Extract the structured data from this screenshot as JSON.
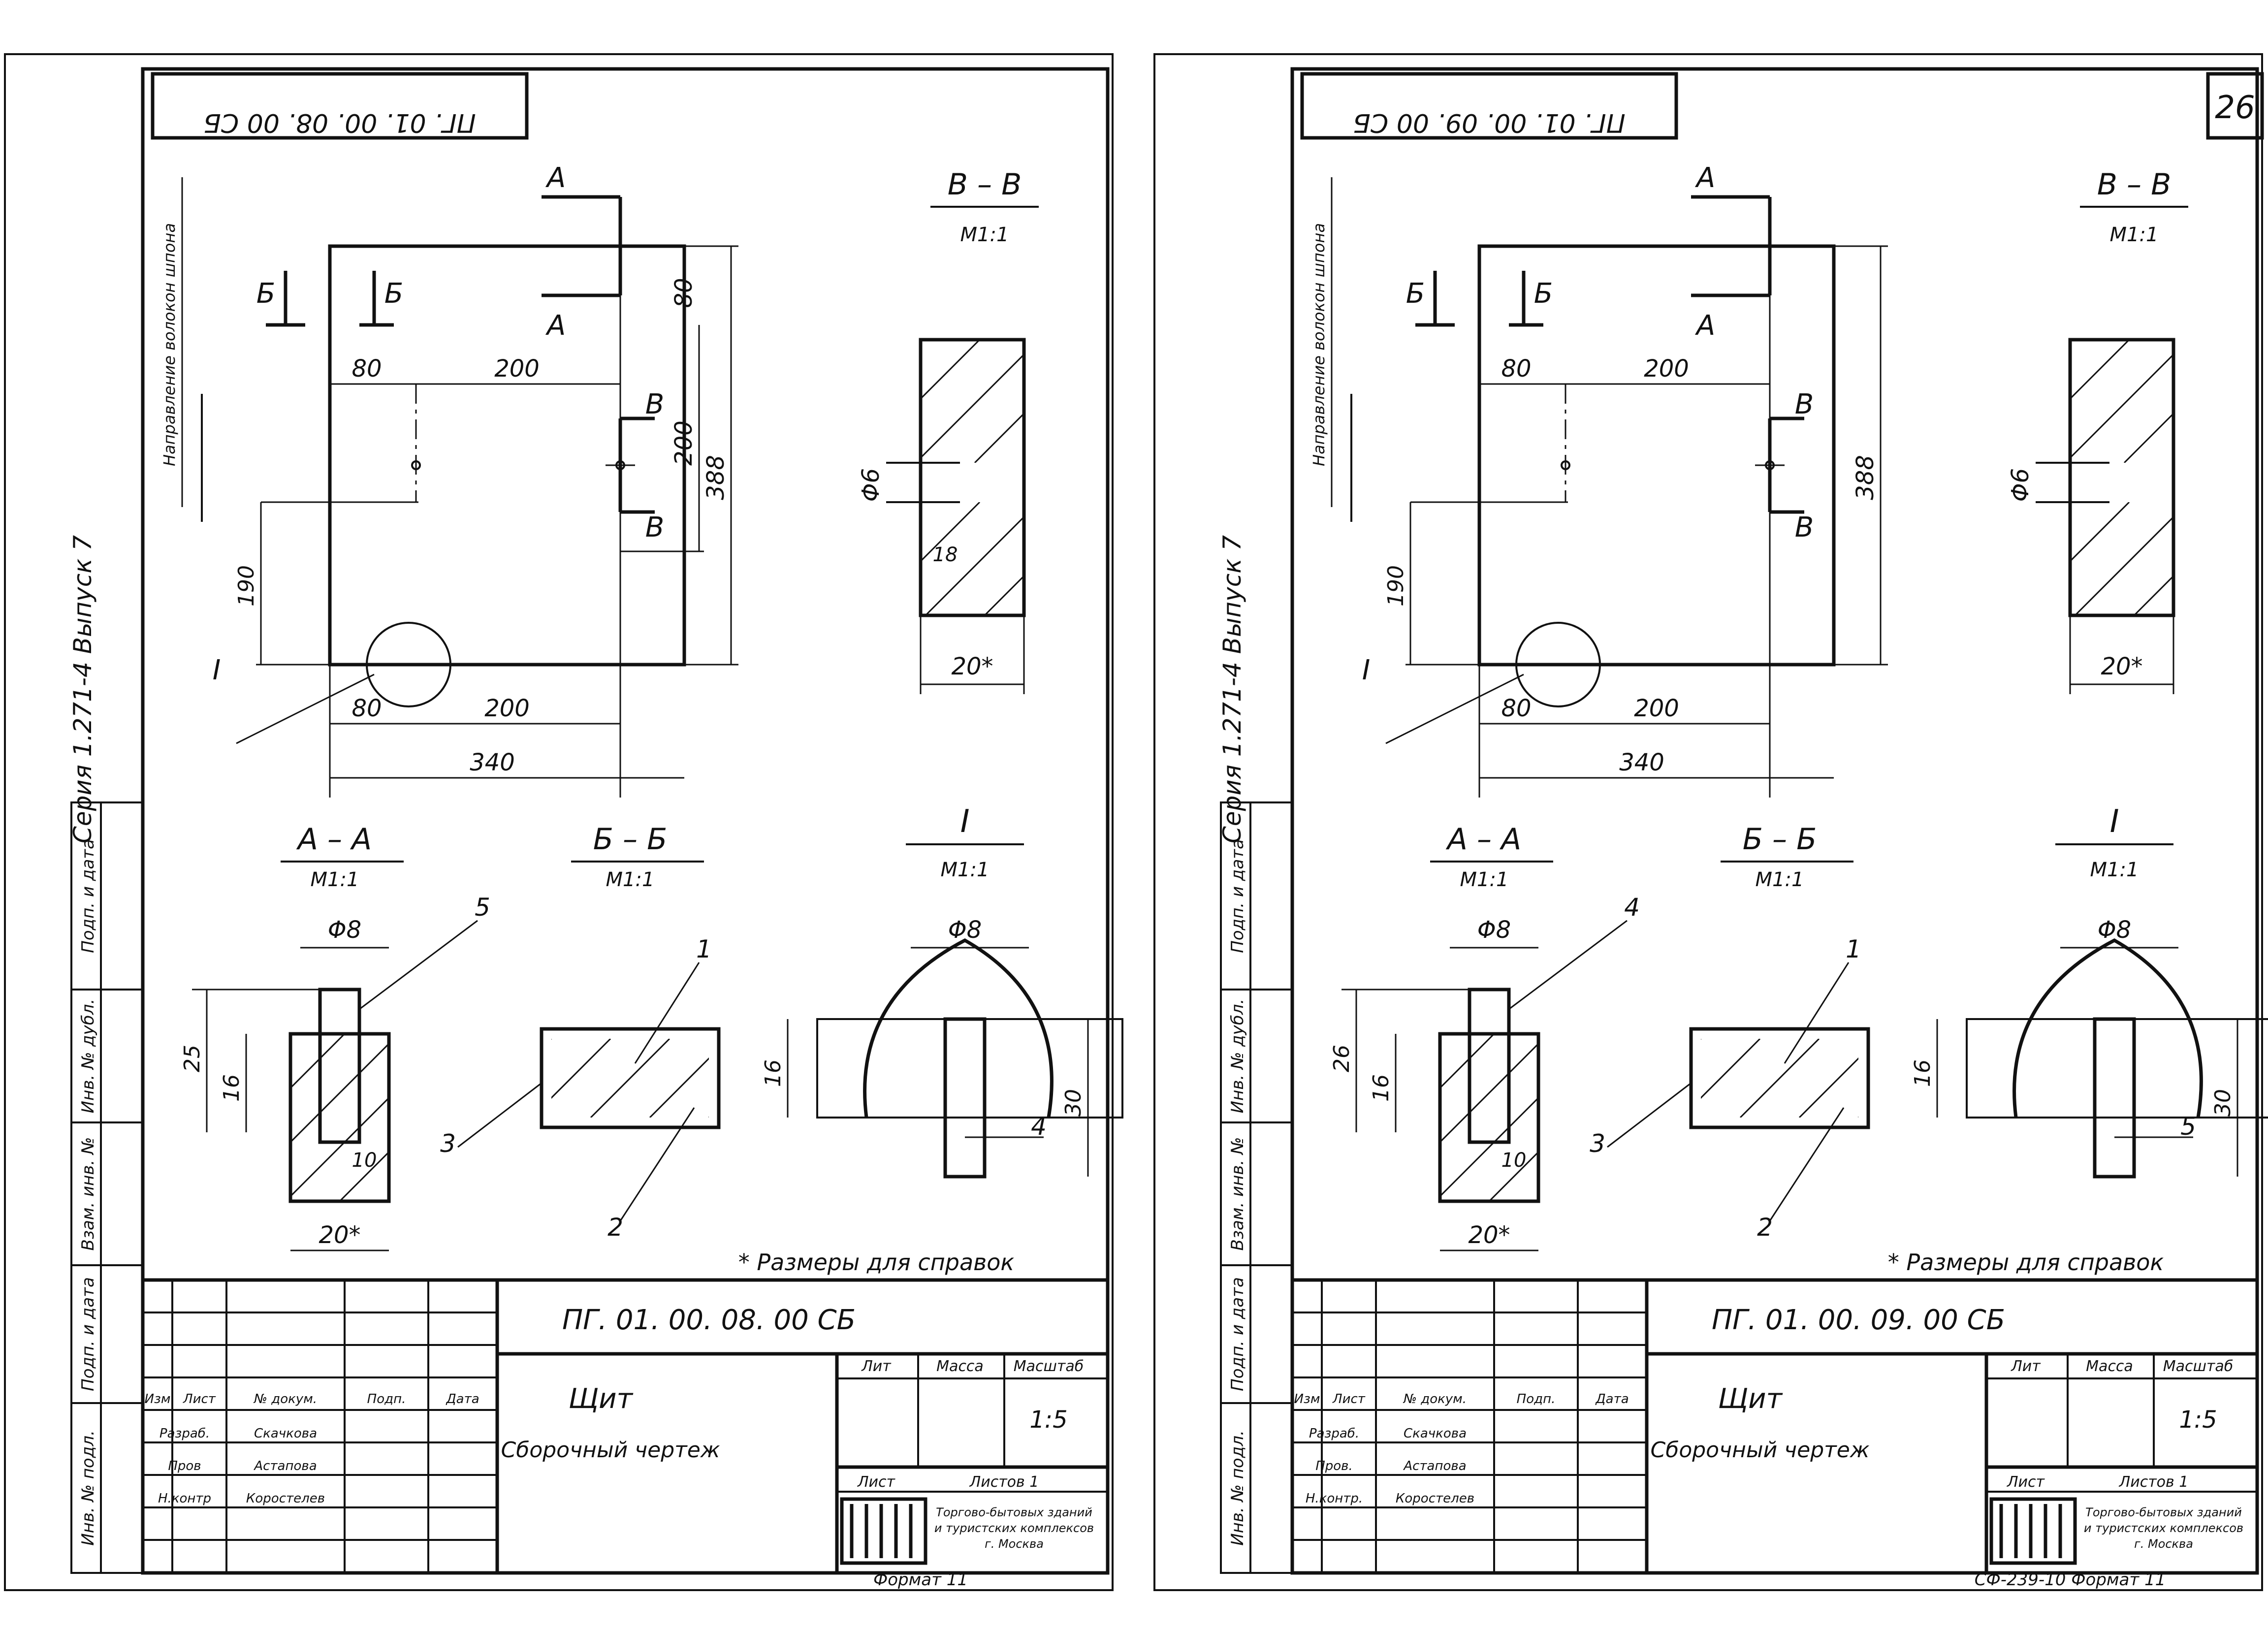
{
  "sheets": [
    {
      "doc_code_rotated": "ПГ. 01. 00. 08. 00 СБ",
      "sheet_number": "",
      "series_label": "Серия",
      "series": "1.271-4",
      "issue_label": "Выпуск",
      "issue": "7",
      "grain_note": "Направление волокон шпона",
      "main_view": {
        "dims": {
          "top_80_left": "80",
          "top_200": "200",
          "right_80": "80",
          "right_200": "200",
          "height": "388",
          "left_190": "190",
          "bottom_80": "80",
          "bottom_200": "200",
          "width": "340"
        },
        "cut_labels": {
          "A_top": "А",
          "A_bottom": "А",
          "B_left1": "Б",
          "B_left2": "Б",
          "V_top": "В",
          "V_bottom": "В"
        },
        "callout": "I"
      },
      "section_vv": {
        "title": "В – В",
        "scale": "М1:1",
        "dia": "Φ6",
        "depth": "18",
        "width": "20*"
      },
      "section_aa": {
        "title": "А – А",
        "scale": "М1:1",
        "dia": "Φ8",
        "d25": "25",
        "d16": "16",
        "d10": "10",
        "width": "20*",
        "part": "5"
      },
      "section_bb": {
        "title": "Б – Б",
        "scale": "М1:1",
        "p1": "1",
        "p2": "2",
        "p3": "3"
      },
      "detail_i": {
        "title": "I",
        "scale": "М1:1",
        "dia": "Φ8",
        "d16": "16",
        "d30": "30",
        "part": "4"
      },
      "note": "* Размеры для справок",
      "title_block": {
        "doc_code": "ПГ. 01. 00. 08. 00 СБ",
        "name": "Щит",
        "subtitle": "Сборочный чертеж",
        "col_headers": [
          "Изм",
          "Лист",
          "№ докум.",
          "Подп.",
          "Дата"
        ],
        "roles": [
          {
            "role": "Разраб.",
            "name": "Скачкова"
          },
          {
            "role": "Пров",
            "name": "Астапова"
          },
          {
            "role": "Н.контр",
            "name": "Коростелев"
          }
        ],
        "lit_label": "Лит",
        "mass_label": "Масса",
        "scale_label": "Масштаб",
        "scale": "1:5",
        "sheet_label": "Лист",
        "sheets_label": "Листов 1",
        "org": "Торгово-бытовых зданий и туристских комплексов г. Москва",
        "format": "Формат 11"
      },
      "left_strip": [
        "Подп. и дата",
        "Инв. № дубл.",
        "Взам. инв. №",
        "Подп. и дата",
        "Инв. № подл."
      ]
    },
    {
      "doc_code_rotated": "ПГ. 01. 00. 09. 00 СБ",
      "sheet_number": "26",
      "series_label": "Серия",
      "series": "1.271-4",
      "issue_label": "Выпуск",
      "issue": "7",
      "grain_note": "Направление волокон шпона",
      "main_view": {
        "dims": {
          "top_80_left": "80",
          "top_200": "200",
          "right_80": "",
          "right_200": "",
          "height": "388",
          "left_190": "190",
          "bottom_80": "80",
          "bottom_200": "200",
          "width": "340"
        },
        "cut_labels": {
          "A_top": "А",
          "A_bottom": "А",
          "B_left1": "Б",
          "B_left2": "Б",
          "V_top": "В",
          "V_bottom": "В"
        },
        "callout": "I"
      },
      "section_vv": {
        "title": "В – В",
        "scale": "М1:1",
        "dia": "Φ6",
        "depth": "",
        "width": "20*"
      },
      "section_aa": {
        "title": "А – А",
        "scale": "М1:1",
        "dia": "Φ8",
        "d25": "26",
        "d16": "16",
        "d10": "10",
        "width": "20*",
        "part": "4"
      },
      "section_bb": {
        "title": "Б – Б",
        "scale": "М1:1",
        "p1": "1",
        "p2": "2",
        "p3": "3"
      },
      "detail_i": {
        "title": "I",
        "scale": "М1:1",
        "dia": "Φ8",
        "d16": "16",
        "d30": "30",
        "part": "5"
      },
      "note": "* Размеры для справок",
      "title_block": {
        "doc_code": "ПГ. 01. 00. 09. 00 СБ",
        "name": "Щит",
        "subtitle": "Сборочный чертеж",
        "col_headers": [
          "Изм",
          "Лист",
          "№ докум.",
          "Подп.",
          "Дата"
        ],
        "roles": [
          {
            "role": "Разраб.",
            "name": "Скачкова"
          },
          {
            "role": "Пров.",
            "name": "Астапова"
          },
          {
            "role": "Н.контр.",
            "name": "Коростелев"
          }
        ],
        "lit_label": "Лит",
        "mass_label": "Масса",
        "scale_label": "Масштаб",
        "scale": "1:5",
        "sheet_label": "Лист",
        "sheets_label": "Листов 1",
        "org": "Торгово-бытовых зданий и туристских комплексов г. Москва",
        "format": "СФ-239-10 Формат 11"
      },
      "left_strip": [
        "Подп. и дата",
        "Инв. № дубл.",
        "Взам. инв. №",
        "Подп. и дата",
        "Инв. № подл."
      ]
    }
  ]
}
